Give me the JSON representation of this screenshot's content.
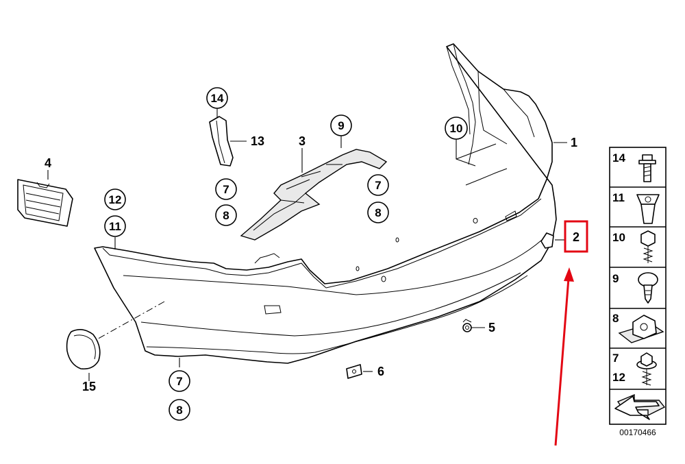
{
  "diagram": {
    "background": "#ffffff",
    "line_color": "#000000",
    "highlight_color": "#e30613",
    "callouts": {
      "c14": "14",
      "c9": "9",
      "c10": "10",
      "c12": "12",
      "c11": "11",
      "c7_upper": "7",
      "c8_upper": "8",
      "c7_mid": "7",
      "c8_mid": "8",
      "c7_lower": "7",
      "c8_lower": "8"
    },
    "labels": {
      "l1": "1",
      "l2": "2",
      "l3": "3",
      "l4": "4",
      "l5": "5",
      "l6": "6",
      "l13": "13",
      "l15": "15"
    },
    "legend": {
      "items": [
        {
          "label": "14",
          "icon": "bolt-icon"
        },
        {
          "label": "11",
          "icon": "clip-nut-icon"
        },
        {
          "label": "10",
          "icon": "hex-screw-icon"
        },
        {
          "label": "9",
          "icon": "expanding-rivet-icon"
        },
        {
          "label": "8",
          "icon": "spring-nut-icon"
        },
        {
          "label": "7",
          "icon": "collar-screw-icon"
        },
        {
          "label": "12",
          "icon": "collar-screw-icon"
        }
      ],
      "arrow_icon": "direction-arrow-icon",
      "doc_id": "00170466"
    },
    "highlight": {
      "target_label": "2",
      "arrow_icon": "red-arrow-icon"
    }
  }
}
